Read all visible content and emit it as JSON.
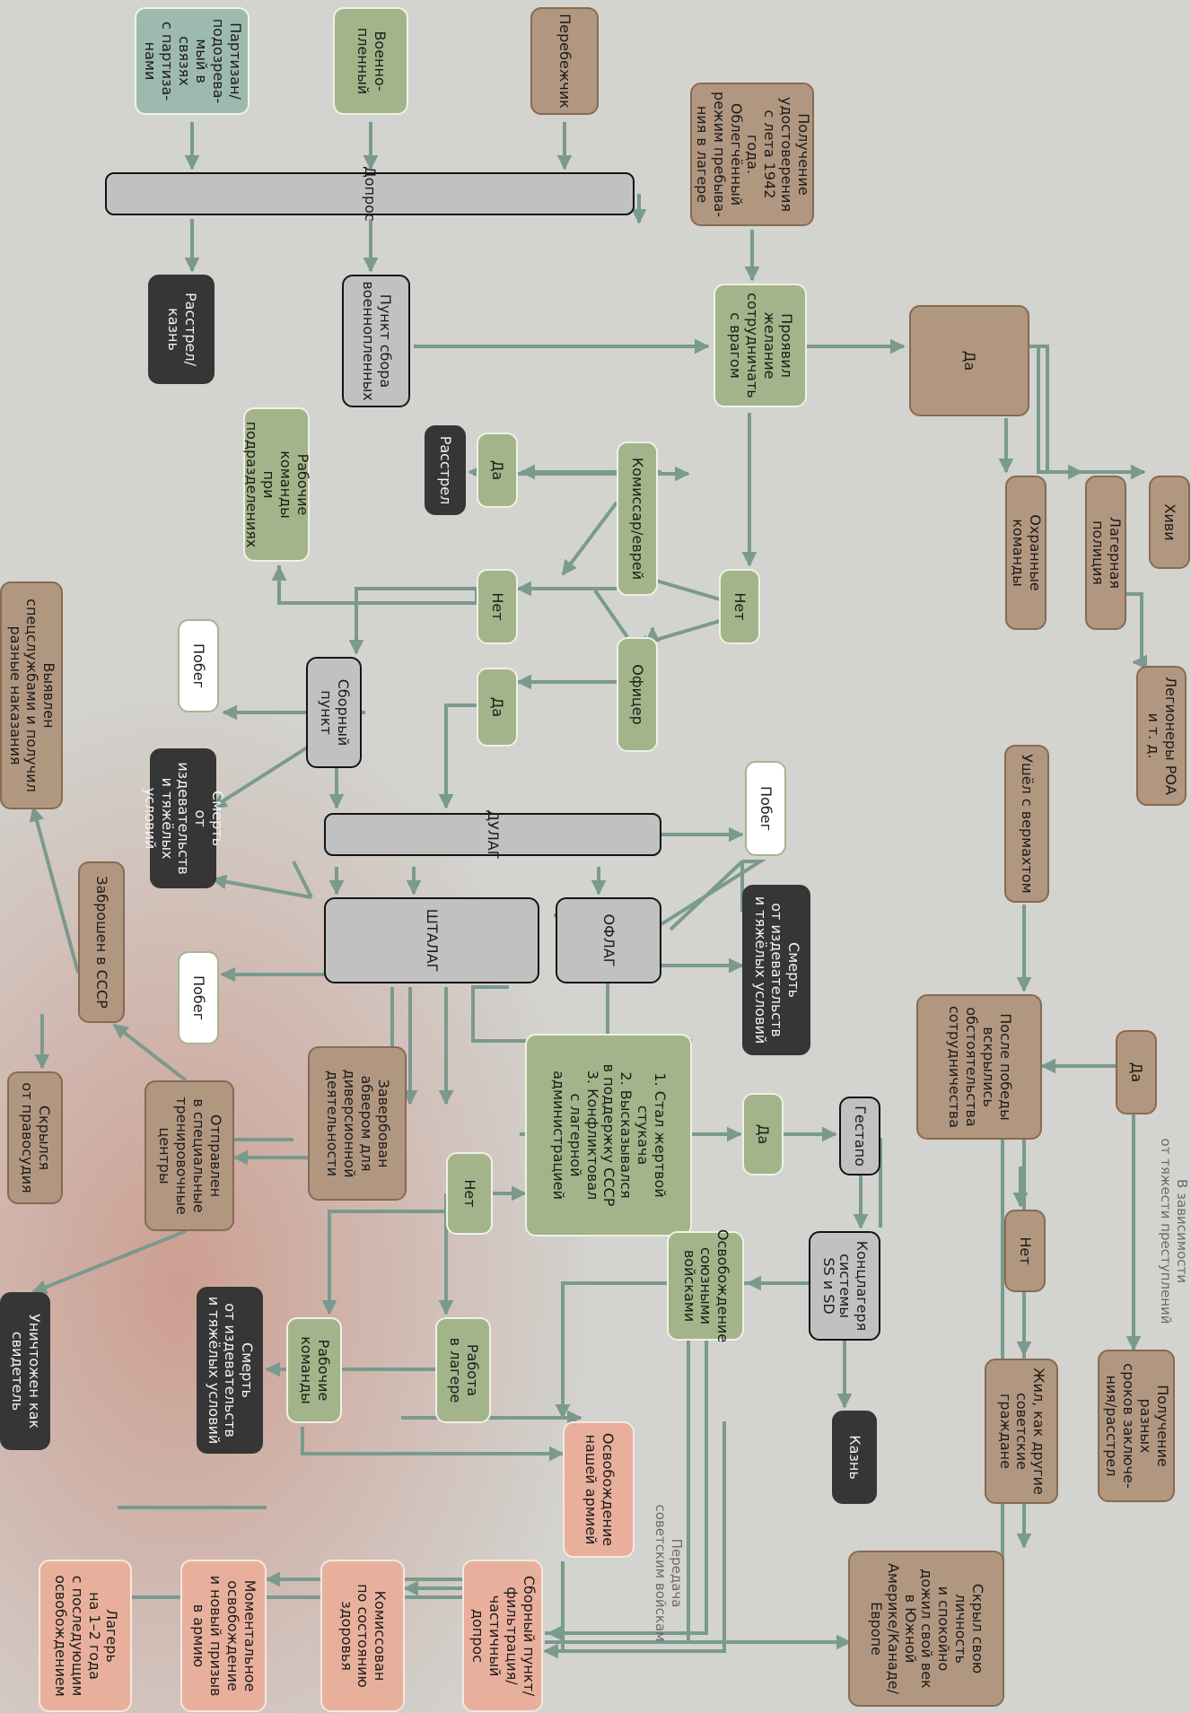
{
  "colors": {
    "background": "#d3d3cf",
    "arrow": "#7a9a8e",
    "tan": "#b29780",
    "green": "#a3b48a",
    "teal": "#9dbaae",
    "grey": "#c1c1c1",
    "dark": "#353635",
    "white": "#ffffff",
    "pink": "#e8b09c"
  },
  "nodes": {
    "partisan": "Партизан/\nподозрева-\nмый в связях\nс партиза-\nнами",
    "pow": "Военно-\nпленный",
    "defector": "Перебежчик",
    "id_card": "Получение\nудостоверения\nс лета 1942 года.\nОблегчённый\nрежим пребыва-\nния в лагере",
    "interrogation": "Допрос",
    "execution_shot": "Расстрел/\nказнь",
    "pow_point": "Пункт сбора\nвоеннопленных",
    "collaborate": "Проявил\nжелание\nсотрудничать\nс врагом",
    "yes_main": "Да",
    "hiwi": "Хиви",
    "camp_police": "Лагерная полиция",
    "guard_teams": "Охранные команды",
    "legion": "Легионеры РОА\nи т. д.",
    "commissar": "Комиссар/еврей",
    "yes_commissar": "Да",
    "shot": "Расстрел",
    "work_units": "Рабочие\nкоманды\nпри\nподразделениях",
    "no_commissar": "Нет",
    "no_collab": "Нет",
    "officer": "Офицер",
    "yes_officer": "Да",
    "escape1": "Побег",
    "assembly": "Сборный\nпункт",
    "death1": "Смерть\nот издевательств\nи тяжёлых условий",
    "dulag": "ДУЛАГ",
    "escape2": "Побег",
    "oflag": "ОФЛАГ",
    "stalag": "ШТАЛАГ",
    "escape3": "Побег",
    "death2": "Смерть\nот издевательств\nи тяжёлых условий",
    "left_wehrmacht": "Ушёл с вермахтом",
    "after_victory": "После победы\nвскрылись\nобстоятельства\nсотрудничества",
    "yes_victory": "Да",
    "no_victory": "Нет",
    "sentences": "Получение разных\nсроков заключе-\nния/расстрел",
    "lived": "Жил, как другие\nсоветские\nграждане",
    "hid": "Скрыл свою\nличность\nи спокойно\nдожил свой век\nв Южной\nАмерике/Канаде/\nЕвропе",
    "stukach": "1. Стал жертвой\nстукача\n2. Высказывался\nв поддержку СССР\n3. Конфликтовал\nс лагерной\nадминистрацией",
    "yes_stukach": "Да",
    "gestapo": "Гестапо",
    "kz": "Концлагеря\nсистемы\nSS и SD",
    "allied": "Освобождение\nсоюзными\nвойсками",
    "execution2": "Казнь",
    "abwehr": "Завербован\nабвером для\nдиверсионной\nдеятельности",
    "no_stalag": "Нет",
    "training": "Отправлен\nв специальные\nтренировочные\nцентры",
    "dropped": "Заброшен в СССР",
    "detected": "Выявлен\nспецслужбами и получил\nразные наказания",
    "hid_justice": "Скрылся\nот правосудия",
    "destroyed": "Уничтожен как\nсвидетель",
    "work_teams": "Рабочие\nкоманды",
    "camp_work": "Работа\nв лагере",
    "death3": "Смерть\nот издевательств\nи тяжёлых условий",
    "liberation": "Освобождение\nнашей армией",
    "filtration": "Сборный пункт/\nфильтрация/\nчастичный\nдопрос",
    "commission": "Комиссован\nпо состоянию\nздоровья",
    "instant_release": "Моментальное\nосвобождение\nи новый призыв\nв армию",
    "camp_1_2": "Лагерь\nна 1–2 года\nс последующим\nосвобождением"
  },
  "notes": {
    "severity": "В зависимости\nот тяжести преступлений",
    "transfer": "Передача\nсоветским войскам"
  }
}
